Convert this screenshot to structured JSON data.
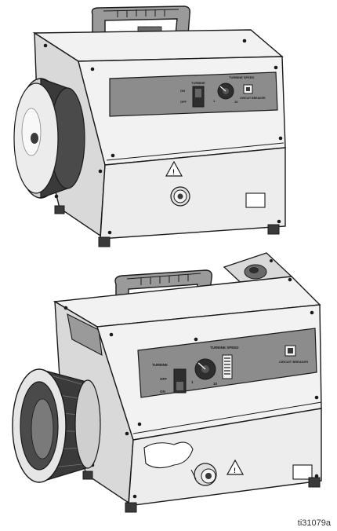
{
  "unit_top": {
    "switch_label": "TURBINE",
    "switch_on": "ON",
    "switch_off": "OFF",
    "dial_label": "TURBINE SPEED",
    "dial_min": "1",
    "dial_max": "10",
    "breaker_label": "CIRCUIT BREAKER",
    "warning_symbol": "!"
  },
  "unit_bottom": {
    "switch_label": "TURBINE",
    "switch_on": "ON",
    "switch_off": "OFF",
    "dial_label": "TURBINE SPEED",
    "dial_min": "1",
    "dial_max": "10",
    "breaker_label": "CIRCUIT BREAKER",
    "warning_symbol": "!"
  },
  "figure_id": "ti31079a",
  "colors": {
    "outline": "#1a1a1a",
    "body_light": "#f2f2f2",
    "body_mid": "#d9d9d9",
    "panel": "#8c8c8c",
    "dark": "#3a3a3a"
  }
}
